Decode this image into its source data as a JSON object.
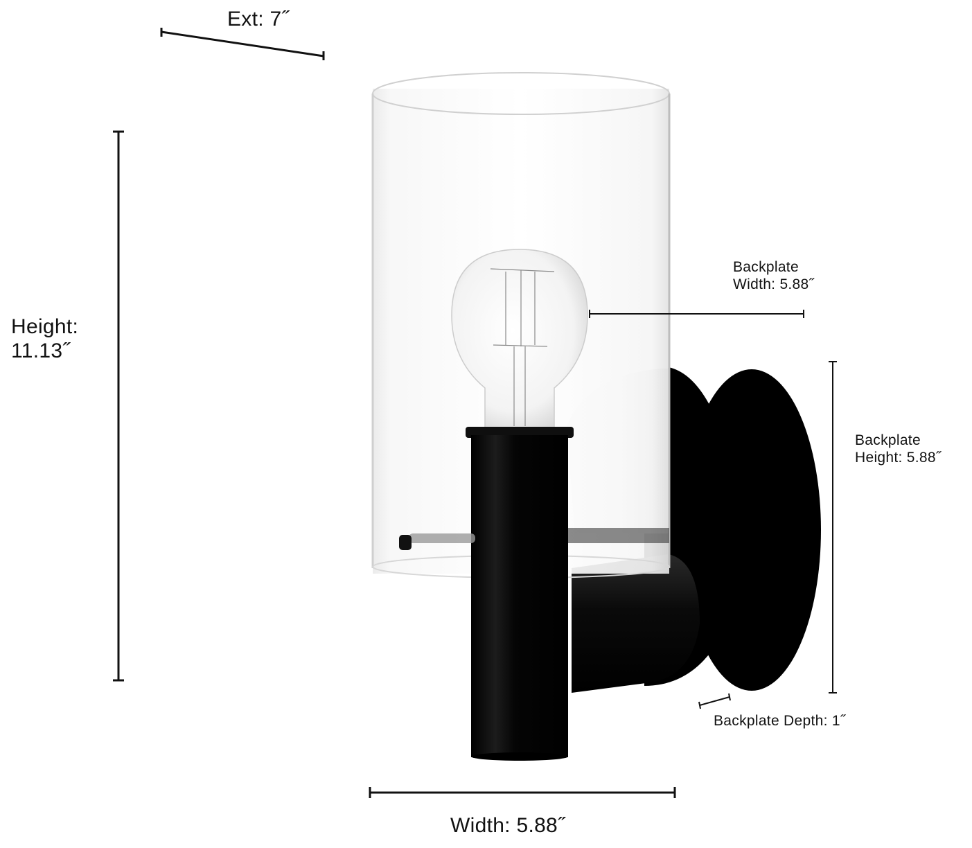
{
  "diagram": {
    "subject": "Single-light wall sconce with clear cylindrical glass shade, exposed bulb, black finish",
    "colors": {
      "background": "#ffffff",
      "fixture_black": "#0b0b0b",
      "glass_edge": "#c9c9c9",
      "dimension_line": "#111111",
      "text": "#111111"
    },
    "dimensions": {
      "extension": {
        "label": "Ext: 7˝",
        "name": "Ext",
        "value": "7",
        "unit": "˝"
      },
      "height": {
        "line1": "Height:",
        "line2": "11.13˝",
        "name": "Height",
        "value": "11.13",
        "unit": "˝"
      },
      "backplate_width": {
        "line1": "Backplate",
        "line2": "Width: 5.88˝",
        "name": "Backplate Width",
        "value": "5.88",
        "unit": "˝"
      },
      "backplate_height": {
        "line1": "Backplate",
        "line2": "Height: 5.88˝",
        "name": "Backplate Height",
        "value": "5.88",
        "unit": "˝"
      },
      "backplate_depth": {
        "label": "Backplate Depth: 1˝",
        "name": "Backplate Depth",
        "value": "1",
        "unit": "˝"
      },
      "width": {
        "label": "Width: 5.88˝",
        "name": "Width",
        "value": "5.88",
        "unit": "˝"
      }
    }
  }
}
